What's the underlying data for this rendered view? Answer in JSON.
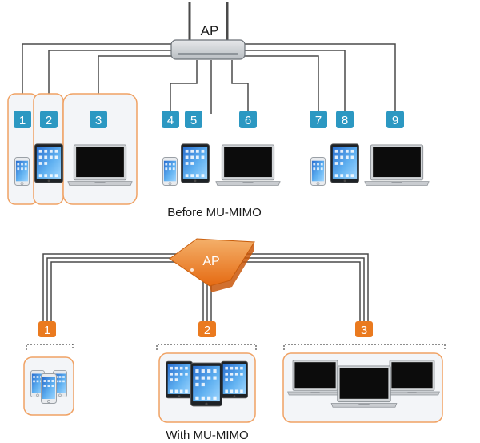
{
  "top": {
    "ap_label": "AP",
    "caption": "Before MU-MIMO",
    "badges": [
      "1",
      "2",
      "3",
      "4",
      "5",
      "6",
      "7",
      "8",
      "9"
    ]
  },
  "bottom": {
    "ap_label": "AP",
    "caption": "With MU-MIMO",
    "badges": [
      "1",
      "2",
      "3"
    ]
  },
  "colors": {
    "blue_badge": "#2c98c2",
    "orange_badge": "#ea7a1f",
    "highlight_outline": "#f0a264",
    "highlight_fill": "#f3f5f8",
    "wire": "#4a4a4a"
  }
}
